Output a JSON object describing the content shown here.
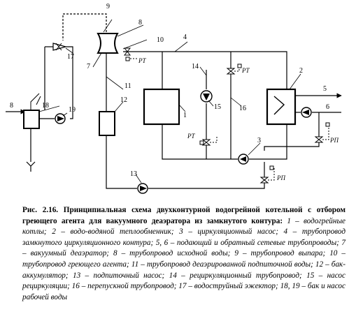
{
  "diagram": {
    "labels": {
      "n1": "1",
      "n2": "2",
      "n3": "3",
      "n4": "4",
      "n5": "5",
      "n6": "6",
      "n7": "7",
      "n8a": "8",
      "n8b": "8",
      "n9": "9",
      "n10": "10",
      "n11": "11",
      "n12": "12",
      "n13": "13",
      "n14": "14",
      "n15": "15",
      "n16": "16",
      "n17": "17",
      "n18": "18",
      "n19": "19",
      "rt1": "РТ",
      "rt2": "РТ",
      "rt3": "РТ",
      "rp1": "РП",
      "rp2": "РП"
    }
  },
  "caption": {
    "title": "Рис. 2.16. Принципиальная схема двухконтурной водогрейной котельной с отбором греющего агента для вакуумного деаэратора из замкнутого контура:",
    "text": " 1 – водогрейные котлы; 2 – водо-водяной теплообменник; 3 – циркуляционный насос; 4 – трубопровод замкнутого циркуляционного контура; 5, 6 – подающий и обратный сетевые трубопроводы; 7 – вакуумный деаэратор; 8 – трубопровод исходной воды; 9 – трубопровод выпара; 10 – трубопровод греющего агента; 11 – трубопровод деаэрированной подпиточной воды; 12 – бак-аккумулятор; 13 – подпиточный насос; 14 – рециркуляционный трубопровод; 15 – насос рециркуляции; 16 – перепускной трубопровод; 17 – водоструйный эжектор; 18, 19 – бак и насос рабочей воды"
  }
}
